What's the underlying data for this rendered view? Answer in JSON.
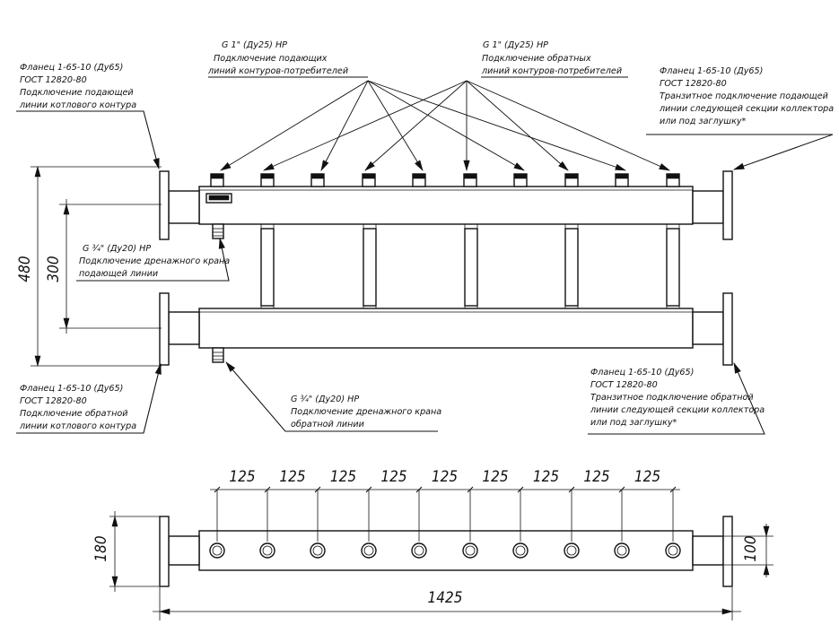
{
  "callouts": {
    "supply_outlets": [
      "G 1\" (Ду25) НР",
      "Подключение подающих",
      "линий контуров-потребителей"
    ],
    "return_outlets": [
      "G 1\" (Ду25) НР",
      "Подключение обратных",
      "линий контуров-потребителей"
    ],
    "flange_supply_left": [
      "Фланец 1-65-10 (Ду65)",
      "ГОСТ 12820-80",
      "Подключение подающей",
      "линии котлового контура"
    ],
    "flange_transit_supply": [
      "Фланец 1-65-10 (Ду65)",
      "ГОСТ 12820-80",
      "Транзитное подключение подающей",
      "линии следующей секции коллектора",
      "или под заглушку*"
    ],
    "drain_supply": [
      "G ¾\" (Ду20) НР",
      "Подключение дренажного крана",
      "подающей линии"
    ],
    "flange_return_left": [
      "Фланец 1-65-10 (Ду65)",
      "ГОСТ 12820-80",
      "Подключение обратной",
      "линии котлового контура"
    ],
    "drain_return": [
      "G ¾\" (Ду20) НР",
      "Подключение дренажного крана",
      "обратной линии"
    ],
    "flange_transit_return": [
      "Фланец 1-65-10 (Ду65)",
      "ГОСТ 12820-80",
      "Транзитное подключение обратной",
      "линии следующей секции коллектора",
      "или под заглушку*"
    ]
  },
  "dimensions": {
    "height_total": "480",
    "height_axes": "300",
    "pitch": [
      "125",
      "125",
      "125",
      "125",
      "125",
      "125",
      "125",
      "125",
      "125"
    ],
    "width_plan": "180",
    "length_total": "1425",
    "pipe_diameter": "100"
  }
}
